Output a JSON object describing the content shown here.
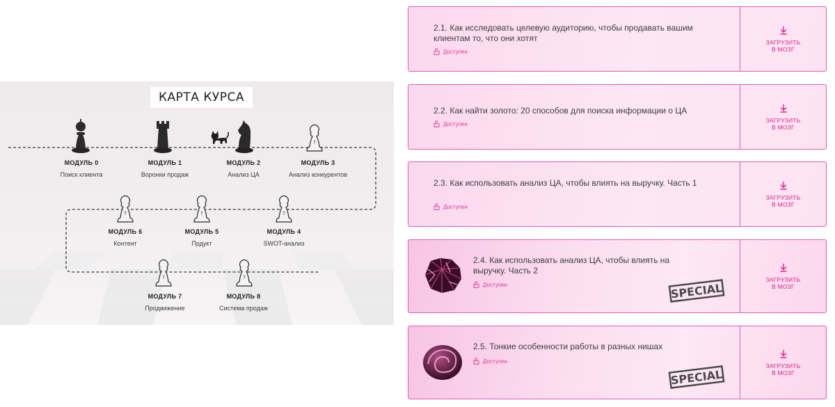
{
  "map": {
    "title": "КАРТА КУРСА",
    "modules": [
      {
        "label": "МОДУЛЬ 0",
        "name": "Поиск клиента"
      },
      {
        "label": "МОДУЛЬ 1",
        "name": "Воронки продаж"
      },
      {
        "label": "МОДУЛЬ 2",
        "name": "Анализ ЦА"
      },
      {
        "label": "МОДУЛЬ 3",
        "name": "Анализ конкурентов"
      },
      {
        "label": "МОДУЛЬ 6",
        "name": "Контент"
      },
      {
        "label": "МОДУЛЬ 5",
        "name": "Прдукт"
      },
      {
        "label": "МОДУЛЬ 4",
        "name": "SWOT-анализ"
      },
      {
        "label": "МОДУЛЬ 7",
        "name": "Продвижение"
      },
      {
        "label": "МОДУЛЬ 8",
        "name": "Система продаж"
      }
    ],
    "unknown_mark": "?"
  },
  "lessons": [
    {
      "title": "2.1. Как исследовать целевую аудиторию, чтобы продавать вашим клиентам то, что они хотят",
      "status": "Доступен",
      "action": "ЗАГРУЗИТЬ В МОЗГ",
      "special": false
    },
    {
      "title": "2.2. Как найти золото: 20 способов для поиска информации о ЦА",
      "status": "Доступен",
      "action": "ЗАГРУЗИТЬ В МОЗГ",
      "special": false
    },
    {
      "title": "2.3. Как использовать анализ ЦА, чтобы влиять на выручку. Часть 1",
      "status": "Доступен",
      "action": "ЗАГРУЗИТЬ В МОЗГ",
      "special": false
    },
    {
      "title": "2.4. Как использовать анализ ЦА, чтобы влиять на выручку. Часть 2",
      "status": "Доступен",
      "action": "ЗАГРУЗИТЬ В МОЗГ",
      "special": true,
      "badge": "SPECIAL"
    },
    {
      "title": "2.5. Тонкие особенности работы в разных нишах",
      "status": "Доступен",
      "action": "ЗАГРУЗИТЬ В МОЗГ",
      "special": true,
      "badge": "SPECIAL"
    }
  ],
  "colors": {
    "accent": "#d8238c",
    "border": "#dd5dae",
    "card_bg": "#fde3f2",
    "piece_dark": "#232323"
  },
  "icons": {
    "status": "unlock-icon",
    "download": "download-arrow-icon"
  }
}
